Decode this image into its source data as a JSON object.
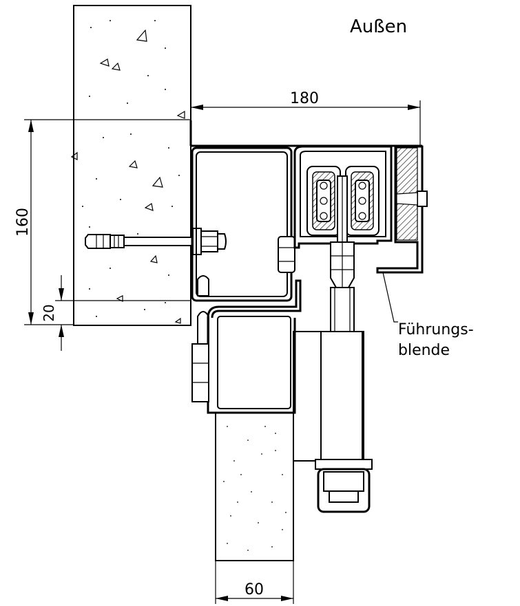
{
  "labels": {
    "outside": "Außen",
    "guide_line1": "Führungs-",
    "guide_line2": "blende"
  },
  "dimensions": {
    "width_top": "180",
    "height_left": "160",
    "small_left": "20",
    "width_bottom": "60"
  },
  "colors": {
    "line": "#000000",
    "background": "#ffffff"
  }
}
